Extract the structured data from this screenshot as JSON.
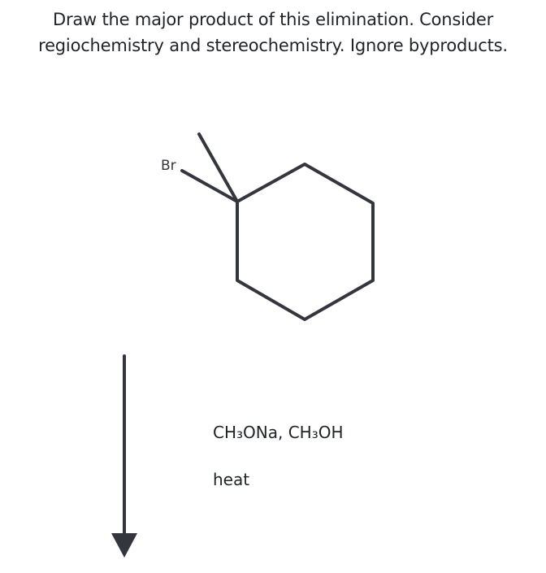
{
  "question": {
    "line1": "Draw the major product of this elimination. Consider",
    "line2": "regiochemistry and stereochemistry. Ignore byproducts."
  },
  "molecule": {
    "substituent_label": "Br"
  },
  "conditions": {
    "reagents": "CH₃ONa, CH₃OH",
    "heat": "heat"
  },
  "colors": {
    "bond": "#33363d",
    "text": "#1f2328"
  }
}
